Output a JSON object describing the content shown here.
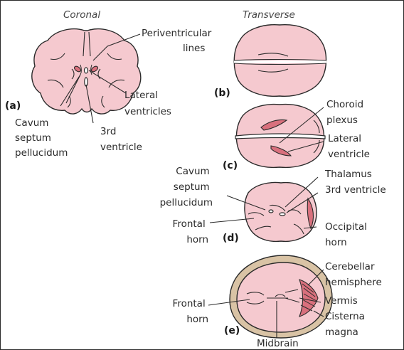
{
  "titles": {
    "coronal": "Coronal",
    "transverse": "Transverse"
  },
  "panels": {
    "a": "(a)",
    "b": "(b)",
    "c": "(c)",
    "d": "(d)",
    "e": "(e)"
  },
  "labels": {
    "periventricular": [
      "Periventricular",
      "lines"
    ],
    "lateral_ventricles_a": [
      "Lateral",
      "ventricles"
    ],
    "cavum_a": [
      "Cavum",
      "septum",
      "pellucidum"
    ],
    "third_ventricle_a": [
      "3rd",
      "ventricle"
    ],
    "choroid_plexus": [
      "Choroid",
      "plexus"
    ],
    "lateral_ventricle_c": [
      "Lateral",
      "ventricle"
    ],
    "cavum_d": [
      "Cavum",
      "septum",
      "pellucidum"
    ],
    "thalamus": "Thalamus",
    "third_ventricle_d": "3rd ventricle",
    "frontal_horn_d": [
      "Frontal",
      "horn"
    ],
    "occipital_horn": [
      "Occipital",
      "horn"
    ],
    "cerebellar_hemisphere": [
      "Cerebellar",
      "hemisphere"
    ],
    "vermis": "Vermis",
    "cisterna_magna": [
      "Cisterna",
      "magna"
    ],
    "frontal_horn_e": [
      "Frontal",
      "horn"
    ],
    "midbrain": "Midbrain"
  },
  "colors": {
    "brain_fill": "#f5c9cf",
    "ventricle_fill": "#d9707d",
    "skull_fill": "#d9c3a5",
    "line": "#2a2a2a"
  }
}
